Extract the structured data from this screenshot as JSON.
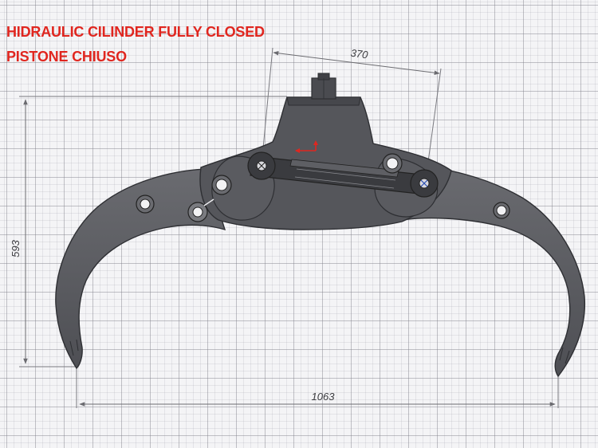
{
  "titles": {
    "line1": "HIDRAULIC CILINDER FULLY CLOSED",
    "line2": "PISTONE CHIUSO",
    "color": "#e0261f"
  },
  "dimensions": {
    "cylinder_span": "370",
    "height": "593",
    "tip_span": "1063"
  },
  "colors": {
    "body": "#5c5d62",
    "body_dark": "#3d3e42",
    "dimension_line": "#6b6b70",
    "marker": "#e0261f"
  }
}
